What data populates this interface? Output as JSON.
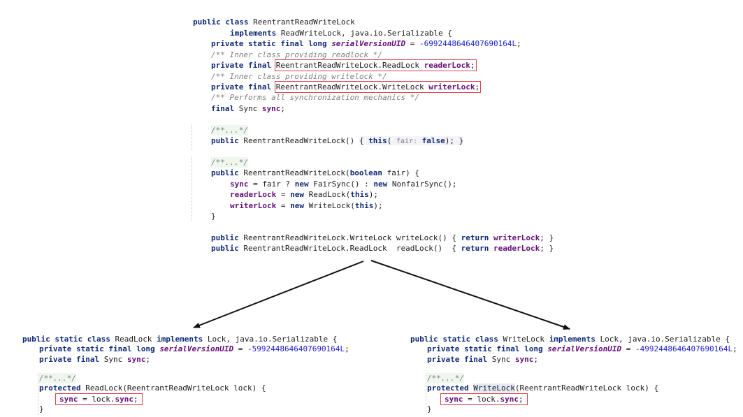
{
  "main": {
    "l1": {
      "kw": "public class ",
      "name": "ReentrantReadWriteLock"
    },
    "l2": {
      "kw": "implements ",
      "rest": "ReadWriteLock, java.io.Serializable {"
    },
    "l3": {
      "kw": "private static final long ",
      "field": "serialVersionUID",
      "eq": " = ",
      "num": "-6992448646407690164L",
      "end": ";"
    },
    "l4": {
      "comment": "/** Inner class providing readlock */"
    },
    "l5": {
      "kw": "private final ",
      "type": "ReentrantReadWriteLock.ReadLock ",
      "field": "readerLock",
      "end": ";"
    },
    "l6": {
      "comment": "/** Inner class providing writelock */"
    },
    "l7": {
      "kw": "private final ",
      "type": "ReentrantReadWriteLock.WriteLock ",
      "field": "writerLock",
      "end": ";"
    },
    "l8": {
      "comment": "/** Performs all synchronization mechanics */"
    },
    "l9": {
      "kw": "final ",
      "type": "Sync ",
      "field": "sync",
      "end": ";"
    },
    "l10": {
      "comment": "/**...*/"
    },
    "l11": {
      "kw": "public ",
      "sig": "ReentrantReadWriteLock() ",
      "b1": "{ ",
      "this": "this",
      "p1": "( ",
      "hint": "fair:",
      "sp": " ",
      "false": "false",
      "p2": "); ",
      "b2": "}"
    },
    "l12": {
      "comment": "/**...*/"
    },
    "l13": {
      "kw": "public ",
      "sig": "ReentrantReadWriteLock(",
      "kw2": "boolean",
      "rest": " fair) {"
    },
    "l14": {
      "field": "sync",
      "a": " = fair ? ",
      "new1": "new",
      "b": " FairSync() : ",
      "new2": "new",
      "c": " NonfairSync();"
    },
    "l15": {
      "field": "readerLock",
      "a": " = ",
      "new": "new",
      "b": " ReadLock(",
      "this": "this",
      "c": ");"
    },
    "l16": {
      "field": "writerLock",
      "a": " = ",
      "new": "new",
      "b": " WriteLock(",
      "this": "this",
      "c": ");"
    },
    "l17": {
      "text": "}"
    },
    "l18": {
      "kw": "public ",
      "sig": "ReentrantReadWriteLock.WriteLock writeLock() { ",
      "ret": "return ",
      "field": "writerLock",
      "end": "; }"
    },
    "l19": {
      "kw": "public ",
      "sig": "ReentrantReadWriteLock.ReadLock  readLock()  { ",
      "ret": "return ",
      "field": "readerLock",
      "end": "; }"
    }
  },
  "read": {
    "l1": {
      "kw": "public static class ",
      "name": "ReadLock ",
      "kw2": "implements ",
      "rest": "Lock, java.io.Serializable {"
    },
    "l2": {
      "kw": "private static final long ",
      "field": "serialVersionUID",
      "eq": " = ",
      "num": "-5992448646407690164L",
      "end": ";"
    },
    "l3": {
      "kw": "private final ",
      "type": "Sync ",
      "field": "sync",
      "end": ";"
    },
    "l4": {
      "comment": "/**...*/"
    },
    "l5": {
      "kw": "protected ",
      "name": "ReadLock",
      "rest": "(ReentrantReadWriteLock lock) {"
    },
    "l6": {
      "field": "sync",
      "a": " = lock.",
      "field2": "sync",
      "end": ";"
    },
    "l7": {
      "text": "}"
    }
  },
  "write": {
    "l1": {
      "kw": "public static class ",
      "name": "WriteLock ",
      "kw2": "implements ",
      "rest": "Lock, java.io.Serializable {"
    },
    "l2": {
      "kw": "private static final long ",
      "field": "serialVersionUID",
      "eq": " = ",
      "num": "-4992448646407690164L",
      "end": ";"
    },
    "l3": {
      "kw": "private final ",
      "type": "Sync ",
      "field": "sync",
      "end": ";"
    },
    "l4": {
      "comment": "/**...*/"
    },
    "l5": {
      "kw": "protected ",
      "name": "WriteLock",
      "rest": "(ReentrantReadWriteLock lock) {"
    },
    "l6": {
      "field": "sync",
      "a": " = lock.",
      "field2": "sync",
      "end": ";"
    },
    "l7": {
      "text": "}"
    }
  },
  "colors": {
    "keyword": "#0f2a78",
    "field": "#660e7a",
    "number": "#1c1cd0",
    "comment": "#808080",
    "highlight_box": "#d8434f",
    "arrow": "#111111"
  }
}
